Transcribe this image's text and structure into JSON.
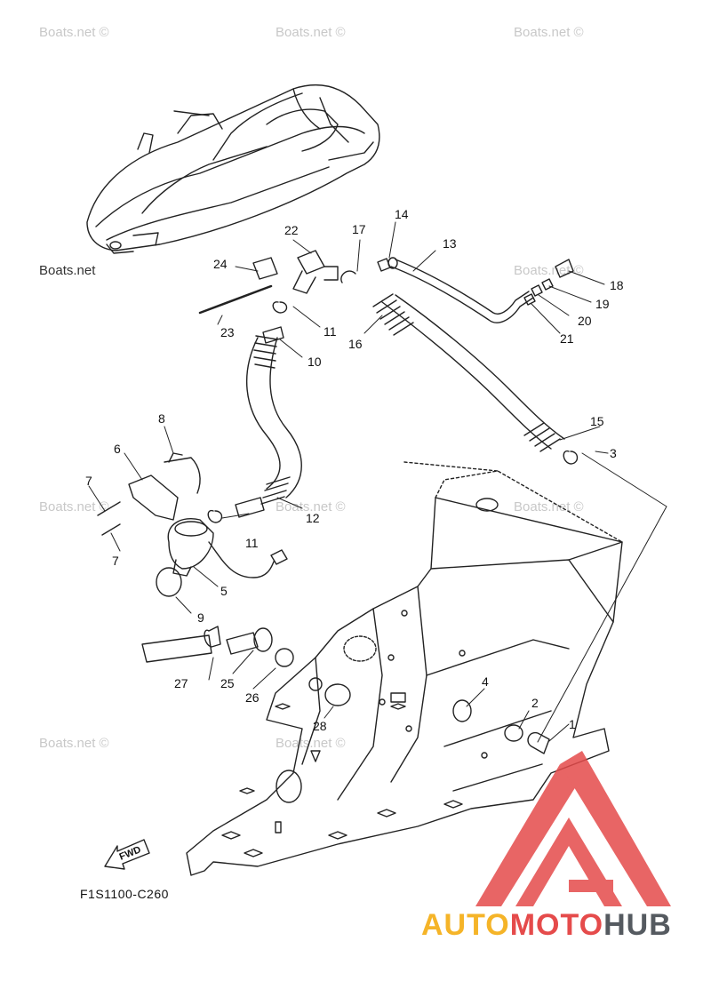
{
  "watermark": "Boats.net ©",
  "watermark_alt": "Boats.net",
  "diagram_code": "F1S1100-C260",
  "fwd_label": "FWD",
  "brand": {
    "part1": "AUTO",
    "part2": "MOTO",
    "part3": "HUB"
  },
  "colors": {
    "brand_yellow": "#f5b428",
    "brand_red": "#e54b4b",
    "brand_gray": "#555a60",
    "line": "#222222"
  },
  "callouts": [
    "1",
    "2",
    "3",
    "4",
    "5",
    "6",
    "7",
    "7",
    "8",
    "9",
    "10",
    "11",
    "11",
    "12",
    "13",
    "14",
    "15",
    "16",
    "17",
    "18",
    "19",
    "20",
    "21",
    "22",
    "23",
    "24",
    "25",
    "26",
    "27",
    "28"
  ]
}
